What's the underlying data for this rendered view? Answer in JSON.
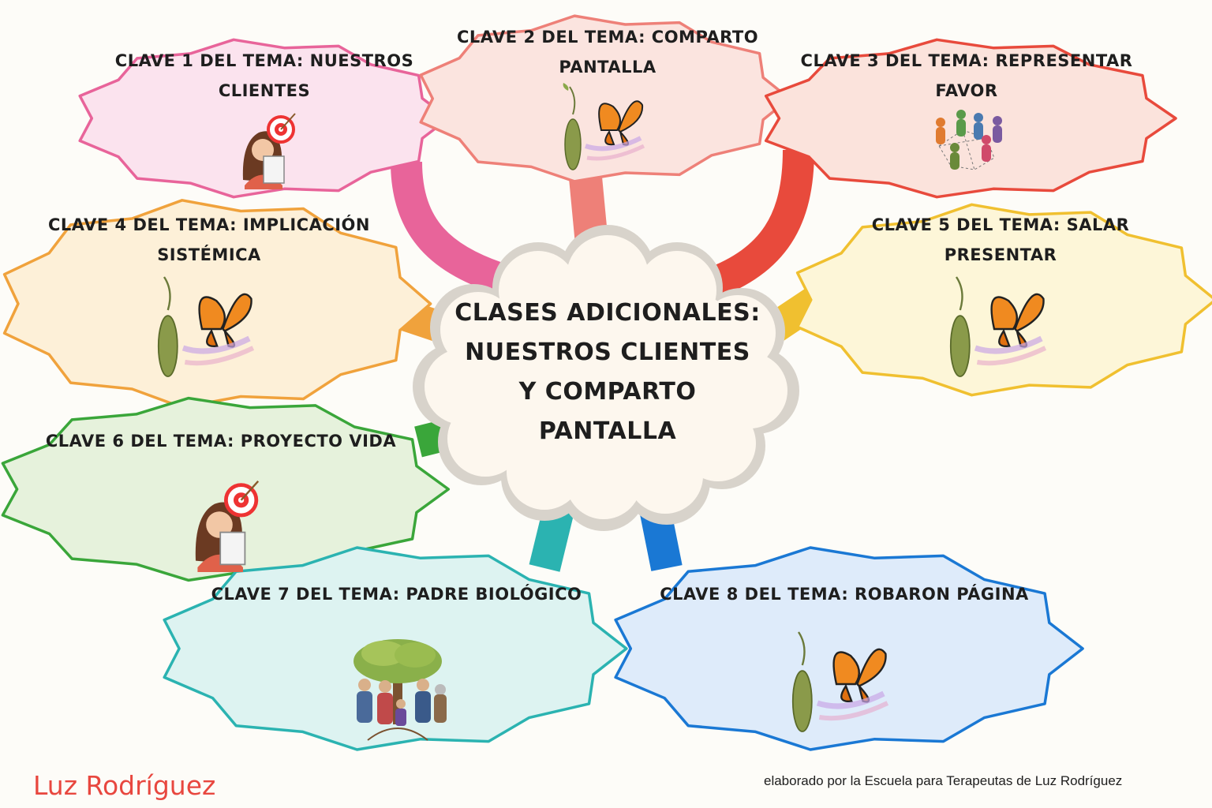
{
  "center": {
    "title_lines": [
      "CLASES ADICIONALES:",
      "NUESTROS CLIENTES",
      "Y COMPARTO",
      "PANTALLA"
    ]
  },
  "topics": [
    {
      "id": 1,
      "lines": [
        "CLAVE 1 DEL TEMA: NUESTROS",
        "CLIENTES"
      ],
      "color": "#e8649a",
      "fill": "#fbe3ee",
      "icon": "woman-target-icon"
    },
    {
      "id": 2,
      "lines": [
        "CLAVE 2 DEL TEMA: COMPARTO",
        "PANTALLA"
      ],
      "color": "#ee8078",
      "fill": "#fbe4df",
      "icon": "butterfly-chrysalis-icon"
    },
    {
      "id": 3,
      "lines": [
        "CLAVE 3 DEL TEMA: REPRESENTAR",
        "FAVOR"
      ],
      "color": "#e84a3c",
      "fill": "#fbe3dc",
      "icon": "people-network-icon"
    },
    {
      "id": 4,
      "lines": [
        "CLAVE 4 DEL TEMA: IMPLICACIÓN",
        "SISTÉMICA"
      ],
      "color": "#f0a23c",
      "fill": "#fdf0d8",
      "icon": "butterfly-chrysalis-icon"
    },
    {
      "id": 5,
      "lines": [
        "CLAVE 5 DEL TEMA: SALAR",
        "PRESENTAR"
      ],
      "color": "#f0c030",
      "fill": "#fdf6d8",
      "icon": "butterfly-chrysalis-icon"
    },
    {
      "id": 6,
      "lines": [
        "CLAVE 6 DEL TEMA: PROYECTO VIDA"
      ],
      "color": "#3aa63a",
      "fill": "#e6f2dc",
      "icon": "woman-target-icon"
    },
    {
      "id": 7,
      "lines": [
        "CLAVE 7 DEL TEMA: PADRE BIOLÓGICO"
      ],
      "color": "#2bb3b1",
      "fill": "#ddf3f1",
      "icon": "family-tree-icon"
    },
    {
      "id": 8,
      "lines": [
        "CLAVE 8 DEL TEMA: ROBARON PÁGINA"
      ],
      "color": "#1a78d4",
      "fill": "#deebfa",
      "icon": "butterfly-chrysalis-icon"
    }
  ],
  "footer": {
    "author": "Luz Rodríguez",
    "credit": "elaborado por la Escuela para Terapeutas de Luz Rodríguez"
  }
}
